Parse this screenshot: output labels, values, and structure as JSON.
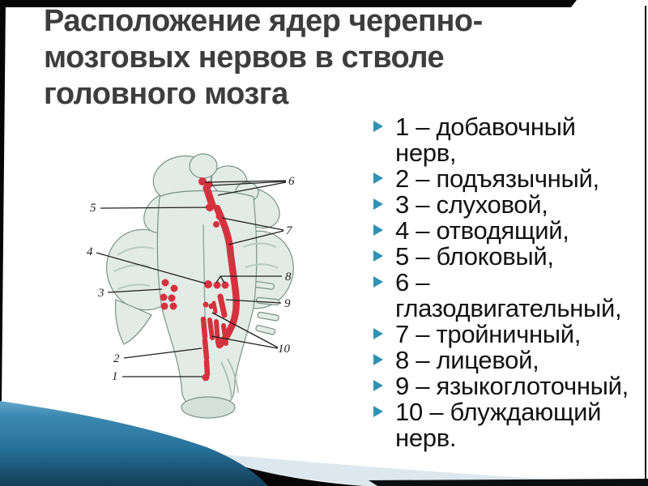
{
  "slide": {
    "title": "Расположение ядер черепно-\nмозговых нервов в стволе\nголовного мозга",
    "legend_items": [
      {
        "label": "1 – добавочный\nнерв,"
      },
      {
        "label": "2 – подъязычный,"
      },
      {
        "label": "3 – слуховой,"
      },
      {
        "label": "4 – отводящий,"
      },
      {
        "label": "5 – блоковый,"
      },
      {
        "label": "6 –\nглазодвигательный,"
      },
      {
        "label": "7 – тройничный,"
      },
      {
        "label": "8 – лицевой,"
      },
      {
        "label": "9 – языкоглоточный,"
      },
      {
        "label": "10 – блуждающий\nнерв."
      }
    ],
    "diagram_labels": [
      "1",
      "2",
      "3",
      "4",
      "5",
      "6",
      "7",
      "8",
      "9",
      "10"
    ],
    "colors": {
      "title_gray": "#3d3d3d",
      "legend_text": "#121212",
      "bullet_teal": "#2e93b4",
      "nuclei_red": "#d5323f",
      "illustration_body": "#e3ebe6",
      "footer_blue": "#2e7da6",
      "footer_pale": "#dde8ee",
      "frame_black": "#060606"
    }
  }
}
